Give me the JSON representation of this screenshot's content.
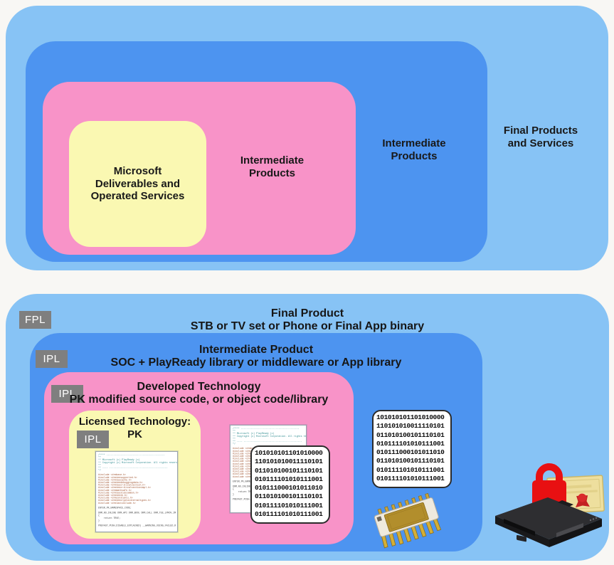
{
  "colors": {
    "background": "#f8f7f4",
    "light_blue": "#87c3f5",
    "dark_blue": "#4d94f0",
    "pink": "#f893c8",
    "yellow": "#faf8b2",
    "badge_gray": "#7f7f7f",
    "text": "#1b1b1b",
    "lock_red": "#e81012"
  },
  "top_diagram": {
    "final_label": "Final Products\nand Services",
    "intermediate_outer_label": "Intermediate\nProducts",
    "intermediate_inner_label": "Intermediate\nProducts",
    "microsoft_label": "Microsoft\nDeliverables and\nOperated Services"
  },
  "bottom_diagram": {
    "fpl_badge": "FPL",
    "ipl_badge_intermediate": "IPL",
    "ipl_badge_developed": "IPL",
    "ipl_badge_licensed": "IPL",
    "final_product": {
      "title": "Final Product",
      "subtitle": "STB or TV set or Phone or Final App binary"
    },
    "intermediate_product": {
      "title": "Intermediate Product",
      "subtitle": "SOC + PlayReady library or middleware or App library"
    },
    "developed_technology": {
      "title": "Developed Technology",
      "subtitle": "PK modified source code, or object code/library"
    },
    "licensed_technology": {
      "title": "Licensed Technology:",
      "subtitle": "PK"
    }
  },
  "binary_page": {
    "text": "101010101101010000\n110101010011110101\n011010100101110101\n010111101010111001\n010111000101011010\n011010100101110101\n010111101010111001\n010111101010111001"
  },
  "code_page": {
    "header": "/**** ------------------------------------------\n**\n** Microsoft (c) PlayReady (c)\n** Copyright (c) Microsoft Corporation. All rights reserved.\n**\n** ---- ------------------------------------------\n*/",
    "includes": "#include <drmbase.h>\n#include <drmteesupported.h>\n#include <drmteecache.h>\n#include <drmteedebuggingdata.h>\n#include <drmteecriticalsection.h>\n#include <drmteecriticalsectionimpl.h>\n#include <drmmathsafe.h>\n#include <drmteestubcommon.h>\n#include <drmteexb.h>\n#include <drmconstants.h>\n#include <drmteecryptointernaltypes.h>\n#include <drmlastinclude.h>",
    "body": "ENTER_PK_NAMESPACE_CODE;\n\nDRM_NO_INLINE DRM_API DRM_BOOL DRM_CALL DRM_TEE_LPROV_IM\n{\n    return TRUE;\n}\n\nPREFAST_PUSH_DISABLE_EXPLAINED( __WARNING_USING_FAILED_R"
  }
}
